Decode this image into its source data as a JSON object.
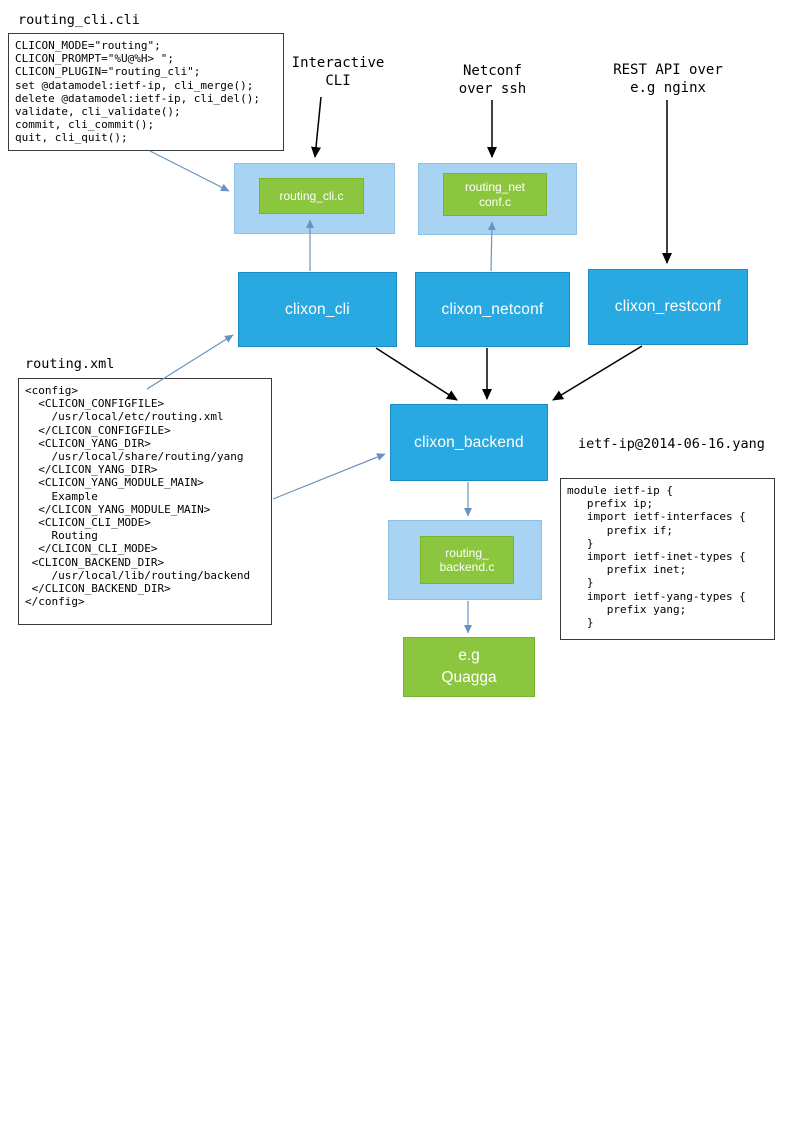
{
  "labels": {
    "cli_file_title": "routing_cli.cli",
    "xml_file_title": "routing.xml",
    "yang_file_title": "ietf-ip@2014-06-16.yang",
    "interactive_cli": "Interactive\nCLI",
    "netconf_ssh": "Netconf\nover ssh",
    "rest_api": "REST API over\ne.g nginx"
  },
  "code": {
    "cli_file": "CLICON_MODE=\"routing\";\nCLICON_PROMPT=\"%U@%H> \";\nCLICON_PLUGIN=\"routing_cli\";\nset @datamodel:ietf-ip, cli_merge();\ndelete @datamodel:ietf-ip, cli_del();\nvalidate, cli_validate();\ncommit, cli_commit();\nquit, cli_quit();",
    "xml_file": "<config>\n  <CLICON_CONFIGFILE>\n    /usr/local/etc/routing.xml\n  </CLICON_CONFIGFILE>\n  <CLICON_YANG_DIR>\n    /usr/local/share/routing/yang\n  </CLICON_YANG_DIR>\n  <CLICON_YANG_MODULE_MAIN>\n    Example\n  </CLICON_YANG_MODULE_MAIN>\n  <CLICON_CLI_MODE>\n    Routing\n  </CLICON_CLI_MODE>\n <CLICON_BACKEND_DIR>\n    /usr/local/lib/routing/backend\n </CLICON_BACKEND_DIR>\n</config>",
    "yang_file": "module ietf-ip {\n   prefix ip;\n   import ietf-interfaces {\n      prefix if;\n   }\n   import ietf-inet-types {\n      prefix inet;\n   }\n   import ietf-yang-types {\n      prefix yang;\n   }"
  },
  "nodes": {
    "routing_cli_c": "routing_cli.c",
    "routing_netconf_c": "routing_net\nconf.c",
    "routing_backend_c": "routing_\nbackend.c",
    "clixon_cli": "clixon_cli",
    "clixon_netconf": "clixon_netconf",
    "clixon_restconf": "clixon_restconf",
    "clixon_backend": "clixon_backend",
    "quagga": "e.g\nQuagga"
  },
  "colors": {
    "box_blue": "#29a9e2",
    "box_light_blue": "#a9d3f3",
    "box_green": "#8cc63f",
    "arrow_blue": "#6893bf",
    "arrow_black": "#000000"
  }
}
